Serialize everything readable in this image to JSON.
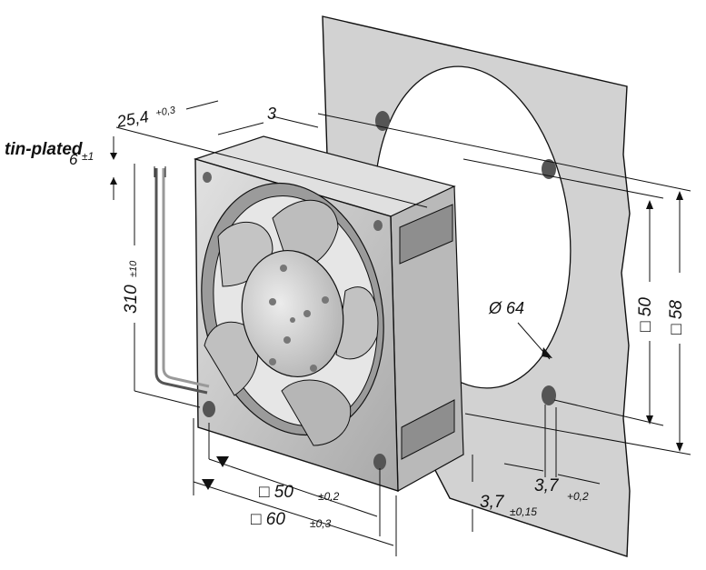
{
  "labels": {
    "tin_plated": "tin-plated",
    "lead_strip": "6",
    "lead_strip_tol": "±1",
    "lead_length": "310",
    "lead_length_tol": "±10",
    "depth": "25,4",
    "depth_tol": "+0,3",
    "flange": "3",
    "hole_spacing_front": "□ 50",
    "hole_spacing_front_tol": "±0,2",
    "frame_size_front": "□ 60",
    "frame_size_front_tol": "±0,3",
    "hole_dia": "3,7",
    "hole_dia_tol": "±0,15",
    "cutout_dia": "Ø 64",
    "panel_hole_spacing": "□ 50",
    "panel_size": "□ 58",
    "panel_hole_dia": "3,7",
    "panel_hole_dia_tol": "+0,2"
  },
  "colors": {
    "panel": "#d4d4d4",
    "fan_frame": "#c8c8c8",
    "fan_shade": "#a9a9a9",
    "blade": "#bdbdbd",
    "hub": "#d8d8d8",
    "line": "#111111"
  }
}
